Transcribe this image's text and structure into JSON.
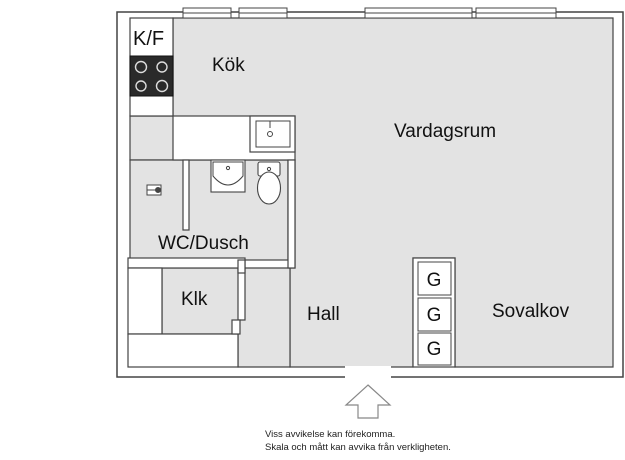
{
  "rooms": {
    "kf": "K/F",
    "kok": "Kök",
    "vardagsrum": "Vardagsrum",
    "wc_dusch": "WC/Dusch",
    "klk": "Klk",
    "hall": "Hall",
    "sovalkov": "Sovalkov"
  },
  "storage": [
    "G",
    "G",
    "G"
  ],
  "disclaimer": {
    "line1": "Viss avvikelse kan förekomma.",
    "line2": "Skala och mått kan avvika från verkligheten."
  },
  "colors": {
    "floor": "#e3e3e3",
    "wall": "#444444",
    "background": "#ffffff"
  }
}
